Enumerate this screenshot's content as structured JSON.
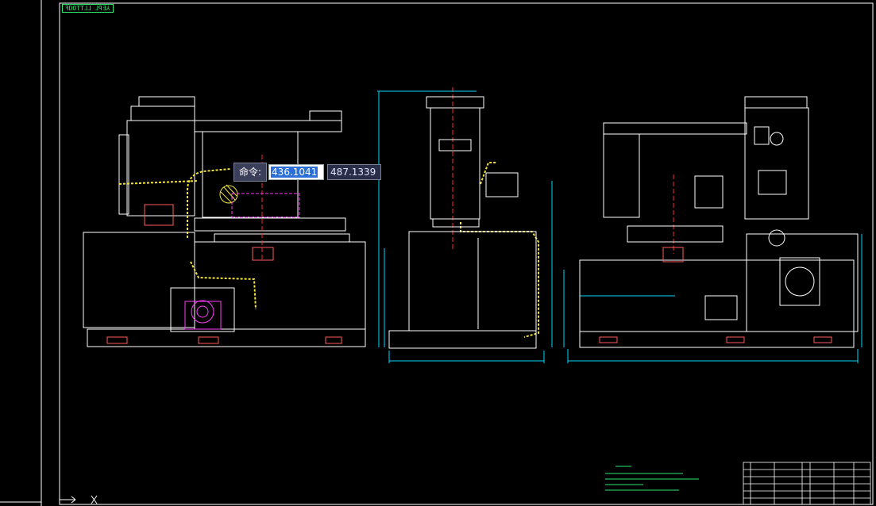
{
  "drawing": {
    "title_tag": "ꟻDOTT⅃⅃ ⅃ꟼƎ⅄",
    "colors": {
      "background": "#000000",
      "frame": "#ffffff",
      "dimension": "#00d8ff",
      "centerline": "#ff2a2a",
      "hatch": "#f2e23a",
      "motor": "#ff3cff",
      "notes": "#2ee86e"
    }
  },
  "command": {
    "label": "命令:",
    "x_value": "436.1041",
    "y_value": "487.1339"
  }
}
